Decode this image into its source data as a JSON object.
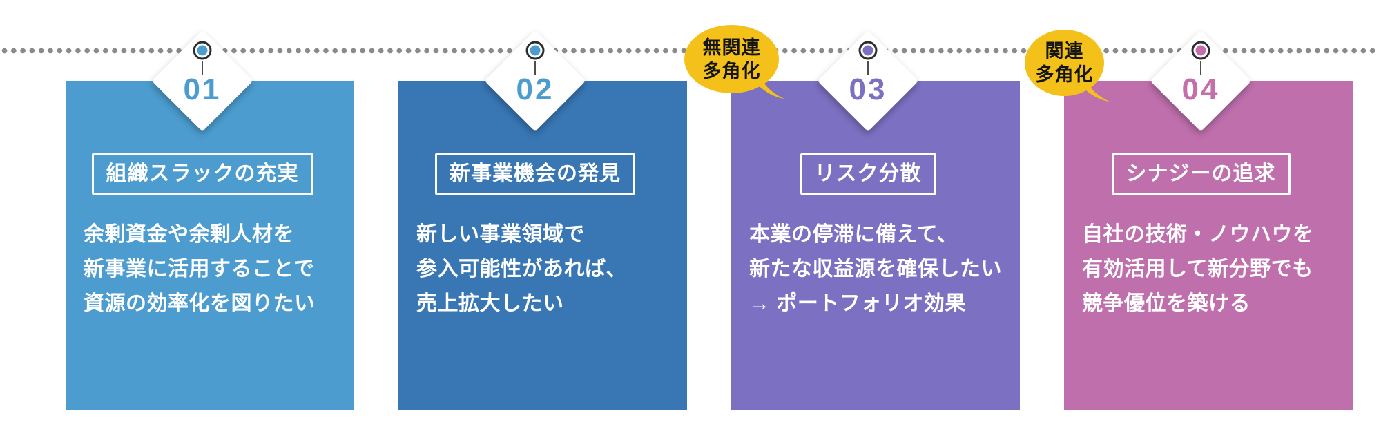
{
  "timeline": {
    "dot_color": "#8A8A8A",
    "ring_color": "#2D2D2D",
    "stem_color": "#4D4D4D"
  },
  "bubbles": [
    {
      "lines": [
        "無関連",
        "多角化"
      ],
      "color": "#F3C119",
      "text_color": "#151515"
    },
    {
      "lines": [
        "関連",
        "多角化"
      ],
      "color": "#F3C119",
      "text_color": "#151515"
    }
  ],
  "cards": [
    {
      "number": "01",
      "title": "組織スラックの充実",
      "body_lines": [
        "余剰資金や余剰人材を",
        "新事業に活用することで",
        "資源の効率化を図りたい"
      ],
      "color": "#4C9CCF",
      "accent": "#4C9CCF"
    },
    {
      "number": "02",
      "title": "新事業機会の発見",
      "body_lines": [
        "新しい事業領域で",
        "参入可能性があれば、",
        "売上拡大したい"
      ],
      "color": "#3876B4",
      "accent": "#4C9CCF"
    },
    {
      "number": "03",
      "title": "リスク分散",
      "body_lines": [
        "本業の停滞に備えて、",
        "新たな収益源を確保したい",
        "→ ポートフォリオ効果"
      ],
      "color": "#7C70C2",
      "accent": "#7C70C2"
    },
    {
      "number": "04",
      "title": "シナジーの追求",
      "body_lines": [
        "自社の技術・ノウハウを",
        "有効活用して新分野でも",
        "競争優位を築ける"
      ],
      "color": "#BF6FAC",
      "accent": "#C46FAC"
    }
  ]
}
